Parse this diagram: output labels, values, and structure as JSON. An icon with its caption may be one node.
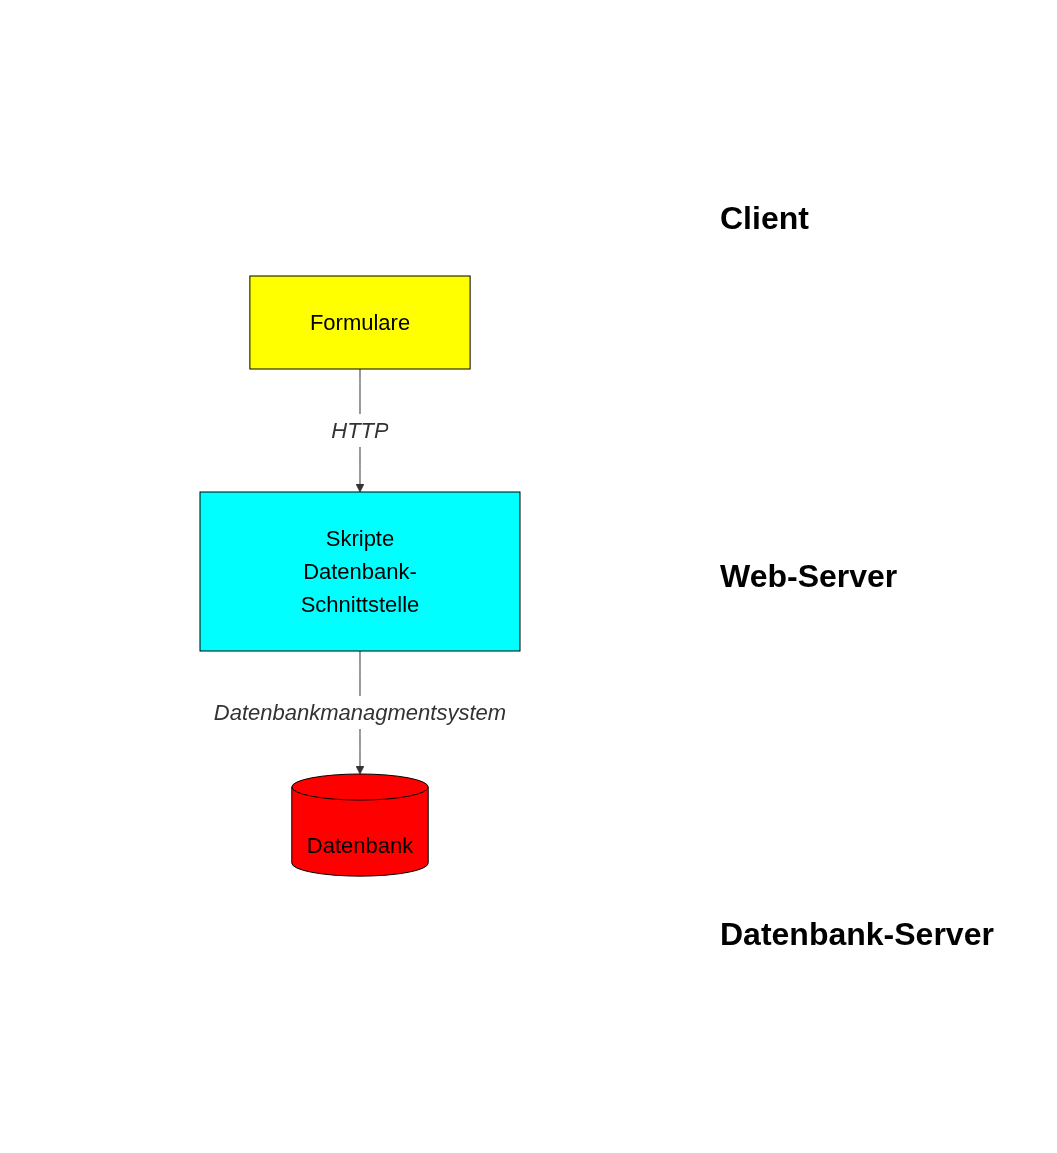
{
  "diagram": {
    "nodes": [
      {
        "text": [
          "Formulare"
        ]
      },
      {
        "text": [
          "Skripte",
          "Datenbank-Schnittstelle"
        ]
      },
      {
        "text": [
          "Datenbank"
        ]
      }
    ],
    "edges": [
      {
        "from": 0,
        "to": 1,
        "arrow": "to",
        "label": "HTTP"
      },
      {
        "from": 1,
        "to": 2,
        "arrow": "to",
        "label": "Datenbankmanagmentsystem"
      }
    ],
    "labels": [
      "Client",
      "Web-Server",
      "Datenbank-Server"
    ]
  }
}
